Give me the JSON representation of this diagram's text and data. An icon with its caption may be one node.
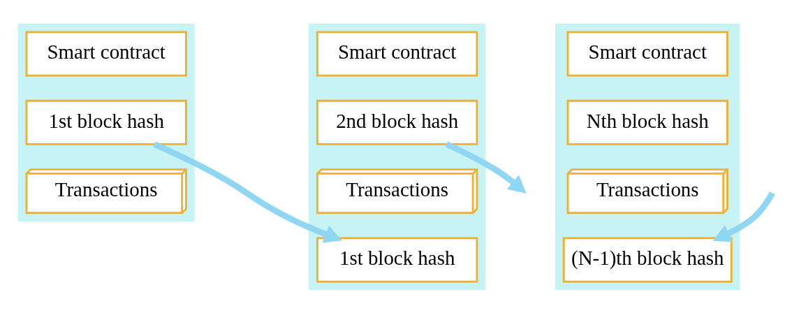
{
  "diagram": {
    "nodes": [
      {
        "text": [],
        "shape": "box"
      },
      {
        "text": [
          "Smart contract"
        ],
        "in": 0
      },
      {
        "text": [
          "1st block hash"
        ],
        "in": 0
      },
      {
        "text": [
          "Transactions"
        ],
        "in": 0
      },
      {
        "text": [],
        "shape": "box"
      },
      {
        "text": [
          "Smart contract"
        ],
        "in": 4
      },
      {
        "text": [
          "2nd block hash"
        ],
        "in": 4
      },
      {
        "text": [
          "Transactions"
        ],
        "in": 4
      },
      {
        "text": [
          "1st block hash"
        ],
        "in": 4
      },
      {
        "text": [],
        "shape": "box"
      },
      {
        "text": [
          "Smart contract"
        ],
        "in": 9
      },
      {
        "text": [
          "Nth block hash"
        ],
        "in": 9
      },
      {
        "text": [
          "Transactions"
        ],
        "in": 9
      },
      {
        "text": [
          "(N-1)th block hash"
        ],
        "in": 9
      }
    ],
    "edges": [
      {
        "from": 2,
        "to": 8,
        "arrow": "to"
      },
      {
        "from": 6,
        "to": null,
        "arrow": "to"
      },
      {
        "from": null,
        "to": 13,
        "arrow": "to"
      }
    ]
  }
}
